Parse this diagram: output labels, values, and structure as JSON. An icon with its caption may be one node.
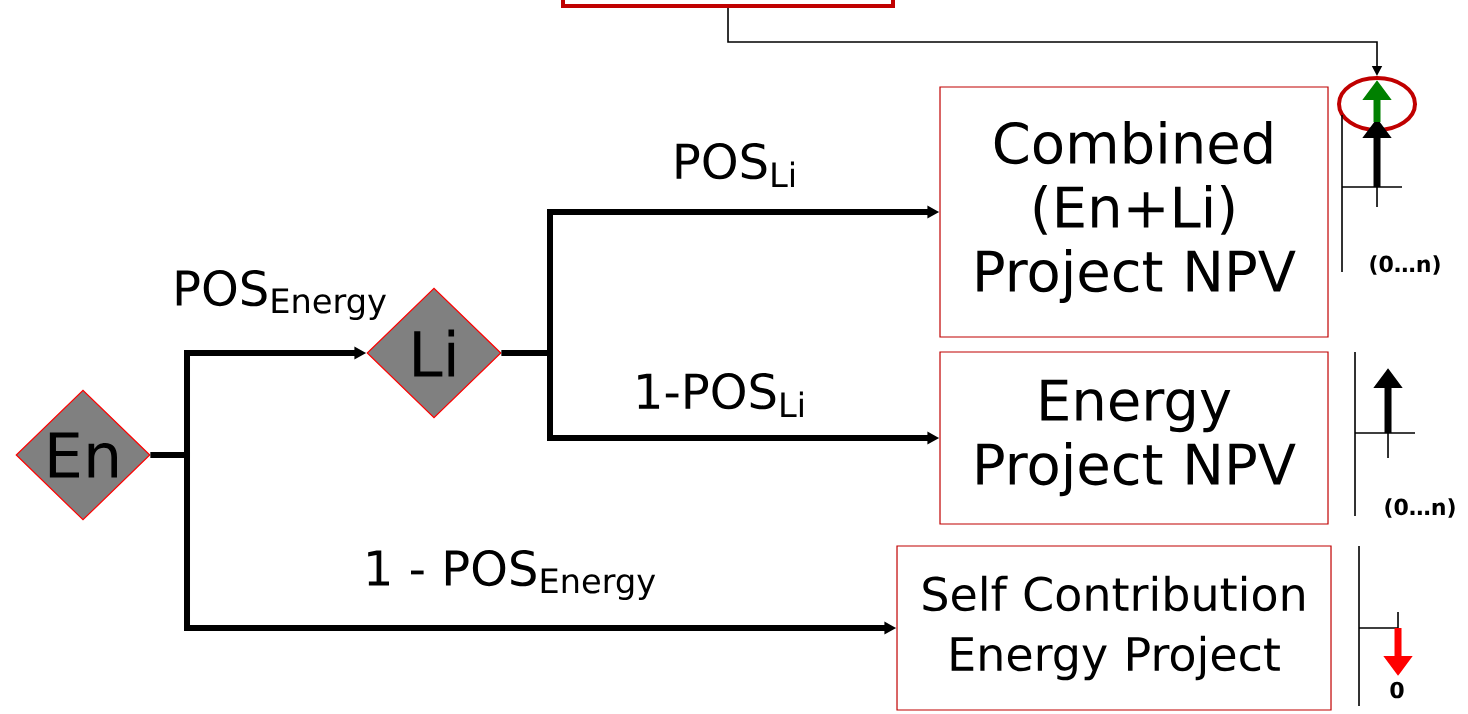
{
  "diagram": {
    "nodes": [
      {
        "text": [],
        "shape": "box"
      },
      {
        "text": [],
        "shape": "circle"
      },
      {
        "text": [
          "En"
        ]
      },
      {
        "text": [
          "Li"
        ]
      },
      {
        "text": [
          "Combined (En+Li) Project NPV"
        ]
      },
      {
        "text": [
          "Energy Project NPV"
        ]
      },
      {
        "text": [
          "Self Contribution Energy Project"
        ]
      }
    ],
    "edges": [
      {
        "from": 0,
        "to": 1,
        "arrow": "to"
      },
      {
        "from": 2,
        "to": 3,
        "arrow": "to",
        "label": "POS$_{Energy}$"
      },
      {
        "from": 3,
        "to": 4,
        "arrow": "to",
        "label": "POS$_{Li}$"
      },
      {
        "from": 3,
        "to": 5,
        "arrow": "to",
        "label": "1-POS$_{Li}$"
      },
      {
        "from": 2,
        "to": 6,
        "arrow": "to",
        "label": "1 - POS$_{Energy}$"
      }
    ],
    "labels": [
      "(0…n)",
      "(0…n)",
      "0"
    ]
  }
}
